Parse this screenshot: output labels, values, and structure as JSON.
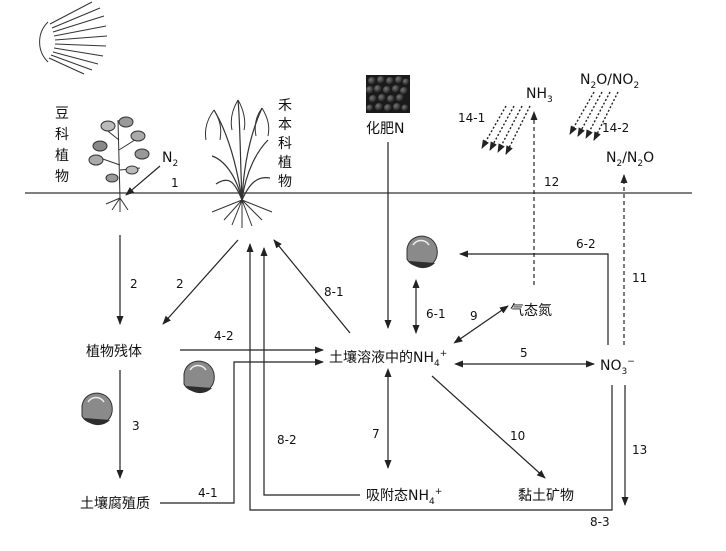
{
  "labels": {
    "legume_plant": "豆科植物",
    "grass_plant": "禾本科植物",
    "fertilizer": "化肥N",
    "n2": "N",
    "n2_sub": "2",
    "nh3": "NH",
    "nh3_sub": "3",
    "n2o_no2": "N",
    "n2o_no2_sub1": "2",
    "n2o_no2_mid": "O/NO",
    "n2o_no2_sub2": "2",
    "n2_n2o_a": "N",
    "n2_n2o_sub1": "2",
    "n2_n2o_mid": "/N",
    "n2_n2o_sub2": "2",
    "n2_n2o_end": "O",
    "plant_residue": "植物残体",
    "soil_humus": "土壤腐殖质",
    "soil_nh4": "土壤溶液中的NH",
    "soil_nh4_sup": "4",
    "soil_nh4_plus": "+",
    "adsorbed_nh4": "吸附态NH",
    "adsorbed_sup": "4",
    "adsorbed_plus": "+",
    "gas_n": "气态氮",
    "no3": "NO",
    "no3_sub": "3",
    "no3_sup": "−",
    "clay": "黏土矿物"
  },
  "pathways": [
    "1",
    "2",
    "2",
    "3",
    "4-1",
    "4-2",
    "6-1",
    "6-2",
    "7",
    "8-1",
    "8-2",
    "8-3",
    "9",
    "10",
    "11",
    "12",
    "13",
    "14-1",
    "14-2",
    "5"
  ],
  "icons": {
    "sun": "sun-icon",
    "legume": "legume-plant-icon",
    "grass": "grass-plant-icon",
    "fertilizer": "fertilizer-granules-icon",
    "microbe": "microbe-icon"
  }
}
